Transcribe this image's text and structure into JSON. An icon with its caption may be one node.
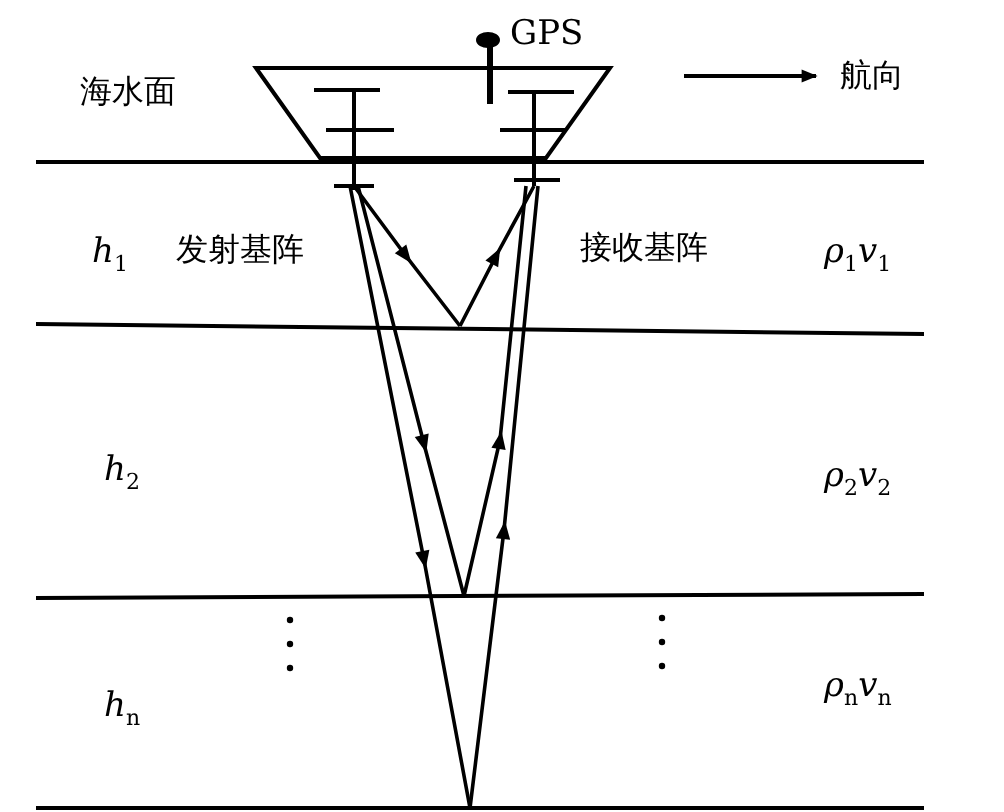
{
  "diagram": {
    "labels": [
      "GPS",
      "海水面",
      "航向",
      "*h*$_{1}$",
      "发射基阵",
      "接收基阵",
      "*ρ*$_{1}$*v*$_{1}$",
      "*h*$_{2}$",
      "*ρ*$_{2}$*v*$_{2}$",
      "*h*$_{n}$",
      "*ρ*$_{n}$*v*$_{n}$"
    ]
  }
}
